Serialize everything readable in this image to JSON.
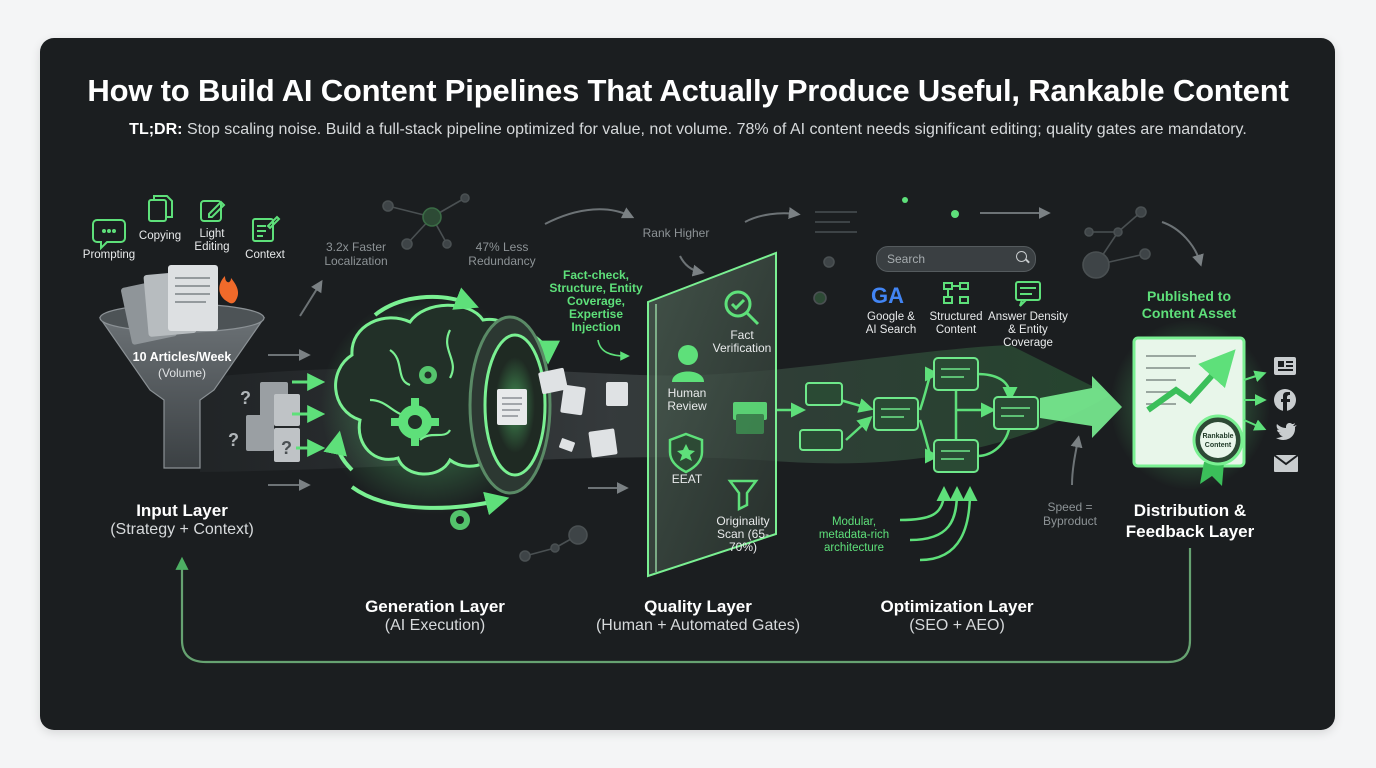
{
  "header": {
    "title": "How to Build AI Content Pipelines That Actually Produce Useful, Rankable Content",
    "tldr_label": "TL;DR:",
    "tldr_text": "Stop scaling noise. Build a full-stack pipeline optimized for value, not volume. 78% of AI content needs significant editing; quality gates are mandatory."
  },
  "input": {
    "icons": {
      "prompting": "Prompting",
      "copying": "Copying",
      "light_editing": "Light Editing",
      "context": "Context"
    },
    "funnel_label": "10 Articles/Week",
    "funnel_sub": "(Volume)",
    "layer_name": "Input Layer",
    "layer_sub": "(Strategy + Context)"
  },
  "generation": {
    "stat1": "3.2x Faster Localization",
    "stat2": "47% Less Redundancy",
    "layer_name": "Generation Layer",
    "layer_sub": "(AI Execution)"
  },
  "quality": {
    "annotation": "Fact-check, Structure, Entity Coverage, Expertise Injection",
    "rank_higher": "Rank Higher",
    "fact_verification": "Fact Verification",
    "human_review": "Human Review",
    "eeat": "EEAT",
    "originality": "Originality Scan (65-70%)",
    "layer_name": "Quality Layer",
    "layer_sub": "(Human + Automated Gates)"
  },
  "optimization": {
    "search_placeholder": "Search",
    "ga_logo": "GA",
    "google_label": "Google & AI Search",
    "structured_label": "Structured Content",
    "answer_label": "Answer Density & Entity Coverage",
    "modular_label": "Modular, metadata-rich architecture",
    "speed_label": "Speed = Byproduct",
    "layer_name": "Optimization Layer",
    "layer_sub": "(SEO + AEO)"
  },
  "distribution": {
    "published": "Published to Content Asset",
    "badge": "Rankable Content",
    "layer_name": "Distribution & Feedback Layer",
    "channels": [
      "news-icon",
      "facebook-icon",
      "twitter-icon",
      "mail-icon"
    ]
  },
  "colors": {
    "background": "#1b1e20",
    "accent": "#5ee07a",
    "page": "#f4f5f6"
  }
}
